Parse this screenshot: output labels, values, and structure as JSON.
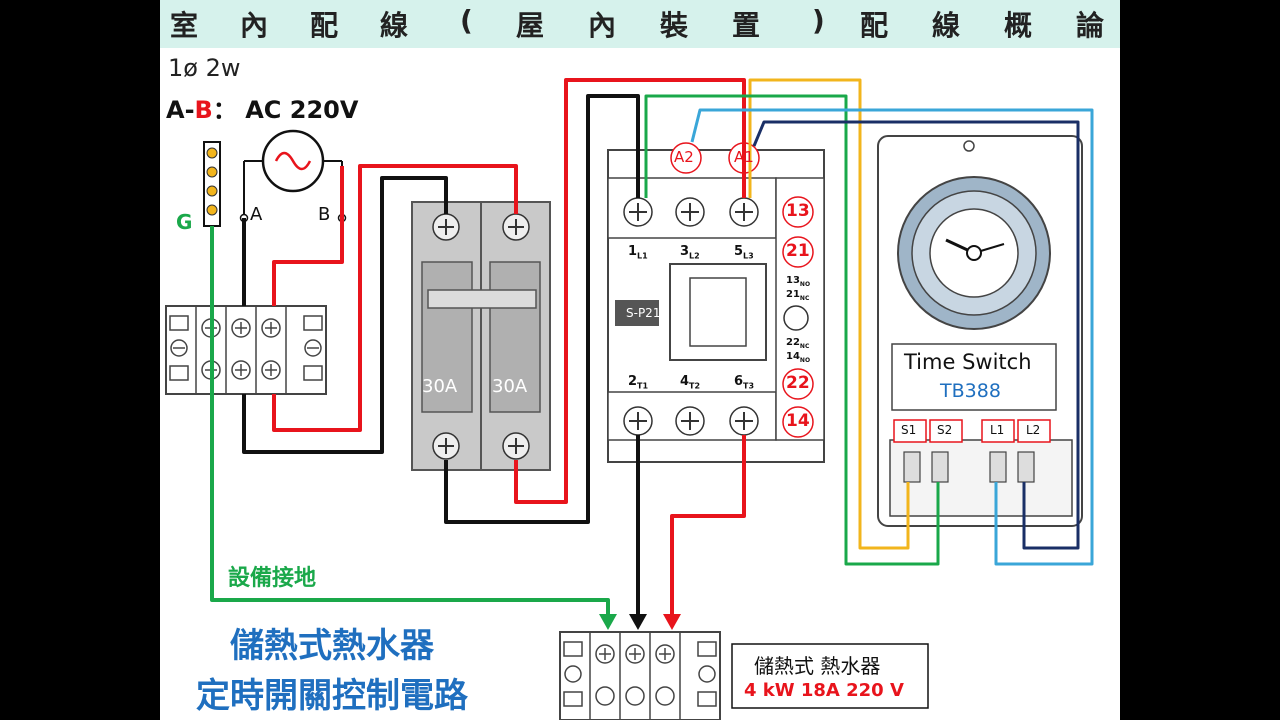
{
  "title_chars": [
    "室",
    "內",
    "配",
    "線",
    "(",
    "屋",
    "內",
    "裝",
    "置",
    ")",
    "配",
    "線",
    "概",
    "論"
  ],
  "system_label": "1ø 2w",
  "voltage": {
    "prefix": "A-",
    "phase_b": "B",
    "suffix": "： AC 220V"
  },
  "source_terminals": {
    "a": "A",
    "b": "B",
    "ground": "G"
  },
  "breaker": {
    "left_rating": "30A",
    "right_rating": "30A"
  },
  "contactor": {
    "coil_a2": "A2",
    "coil_a1": "A1",
    "top_terminals": [
      "1",
      "3",
      "5"
    ],
    "top_suffixes": [
      "L1",
      "L2",
      "L3"
    ],
    "bottom_terminals": [
      "2",
      "4",
      "6"
    ],
    "bottom_suffixes": [
      "T1",
      "T2",
      "T3"
    ],
    "aux_13": "13",
    "aux_21": "21",
    "aux_22": "22",
    "aux_14": "14",
    "aux_label_upper": [
      "13",
      "NO",
      "21",
      "NC"
    ],
    "aux_label_lower": [
      "22",
      "NC",
      "14",
      "NO"
    ],
    "model": "S-P21"
  },
  "time_switch": {
    "name": "Time Switch",
    "model": "TB388",
    "terminals": [
      "S1",
      "S2",
      "L1",
      "L2"
    ]
  },
  "ground_label": "設備接地",
  "circuit_title": [
    "儲熱式熱水器",
    "定時開關控制電路"
  ],
  "load_box": {
    "name": "儲熱式 熱水器",
    "spec": "4 kW 18A 220 V"
  },
  "colors": {
    "red": "#e8141c",
    "black": "#111111",
    "green": "#1aa84a",
    "yellow": "#f2b51c",
    "blue": "#3aa6d8",
    "navy": "#1a2f66",
    "title_bg": "#d6f2ec",
    "accent_blue": "#1f6fbf"
  }
}
